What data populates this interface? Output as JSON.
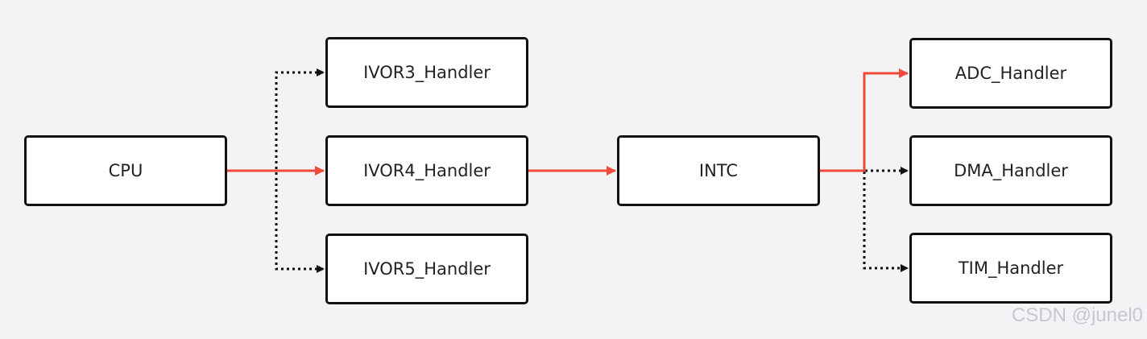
{
  "nodes": {
    "cpu": "CPU",
    "ivor3": "IVOR3_Handler",
    "ivor4": "IVOR4_Handler",
    "ivor5": "IVOR5_Handler",
    "intc": "INTC",
    "adc": "ADC_Handler",
    "dma": "DMA_Handler",
    "tim": "TIM_Handler"
  },
  "edges": [
    {
      "from": "cpu",
      "to": "ivor3",
      "style": "dotted"
    },
    {
      "from": "cpu",
      "to": "ivor4",
      "style": "active"
    },
    {
      "from": "cpu",
      "to": "ivor5",
      "style": "dotted"
    },
    {
      "from": "ivor4",
      "to": "intc",
      "style": "active"
    },
    {
      "from": "intc",
      "to": "adc",
      "style": "active"
    },
    {
      "from": "intc",
      "to": "dma",
      "style": "dotted"
    },
    {
      "from": "intc",
      "to": "tim",
      "style": "dotted"
    }
  ],
  "colors": {
    "active": "#f04a3a",
    "inactive": "#111111",
    "background": "#f3f3f5"
  },
  "watermark": "CSDN @junel0"
}
